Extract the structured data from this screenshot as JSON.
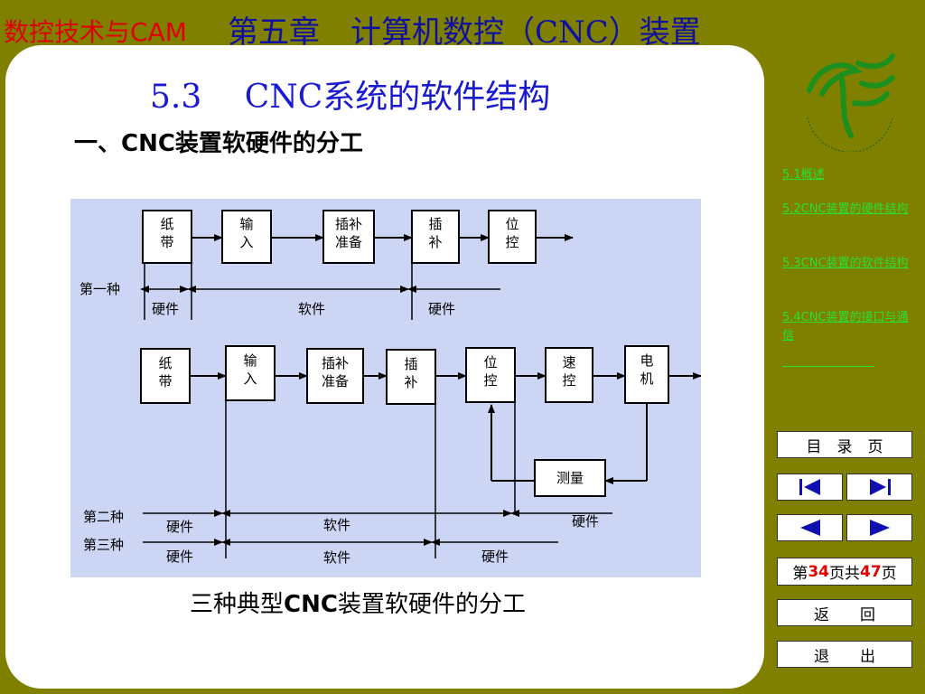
{
  "header": {
    "course": "数控技术与CAM",
    "chapter": "第五章　计算机数控（CNC）装置"
  },
  "section_title": "5.3　 CNC系统的软件结构",
  "subtitle": "一、CNC装置软硬件的分工",
  "diagram": {
    "scheme1": {
      "label": "第一种",
      "blocks": [
        "纸\n带",
        "输\n入",
        "插补\n准备",
        "插\n补",
        "位\n控"
      ],
      "segments": [
        "硬件",
        "软件",
        "硬件"
      ]
    },
    "scheme2": {
      "blocks": [
        "纸\n带",
        "输\n入",
        "插补\n准备",
        "插\n补",
        "位\n控",
        "速\n控",
        "电\n机"
      ],
      "feedback": "测量"
    },
    "scheme2_label": "第二种",
    "scheme2_segments": [
      "硬件",
      "软件",
      "硬件"
    ],
    "scheme3_label": "第三种",
    "scheme3_segments": [
      "硬件",
      "软件",
      "硬件"
    ]
  },
  "caption": {
    "pre": "三种典型",
    "bold": "CNC",
    "post": "装置软硬件的分工"
  },
  "sidebar": {
    "links": [
      "5.1概述",
      "5.2CNC装置的硬件结构",
      "5.3CNC装置的软件结构",
      "5.4CNC装置的接口与通信"
    ],
    "toc_button": "目　录　页",
    "first_icon": "first-page-icon",
    "last_icon": "last-page-icon",
    "prev_icon": "prev-page-icon",
    "next_icon": "next-page-icon",
    "page": {
      "pre": "第",
      "current": "34",
      "mid": "页共",
      "total": "47",
      "post": "页"
    },
    "back_button": "返　　回",
    "exit_button": "退　　出"
  },
  "colors": {
    "background": "#808000",
    "title_blue": "#1a1ad0",
    "course_red": "#e00000",
    "link_green": "#25e035",
    "panel": "#ccd6f4"
  }
}
